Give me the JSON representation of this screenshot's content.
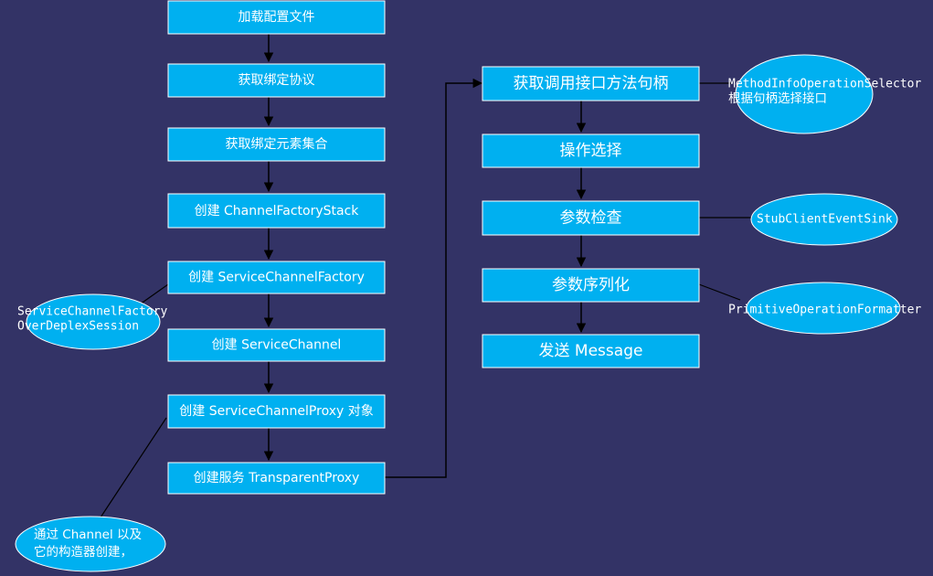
{
  "colors": {
    "background": "#333366",
    "box_fill": "#00B0F0",
    "box_stroke": "#FFFFFF",
    "ellipse_fill": "#00B0F0",
    "text": "#FFFFFF",
    "line": "#000000"
  },
  "steps_left": [
    "加载配置文件",
    "获取绑定协议",
    "获取绑定元素集合",
    "创建 ChannelFactoryStack",
    "创建 ServiceChannelFactory",
    "创建 ServiceChannel",
    "创建 ServiceChannelProxy 对象",
    "创建服务 TransparentProxy"
  ],
  "steps_right": [
    "获取调用接口方法句柄",
    "操作选择",
    "参数检查",
    "参数序列化",
    "发送 Message"
  ],
  "notes": {
    "factory_session": [
      "ServiceChannelFactory",
      "OverDeplexSession"
    ],
    "channel_ctor": [
      "通过 Channel 以及",
      "它的构造器创建，"
    ],
    "method_selector": [
      "MethodInfoOperationSelector",
      "根据句柄选择接口"
    ],
    "event_sink": [
      "StubClientEventSink"
    ],
    "formatter": [
      "PrimitiveOperationFormatter"
    ]
  }
}
